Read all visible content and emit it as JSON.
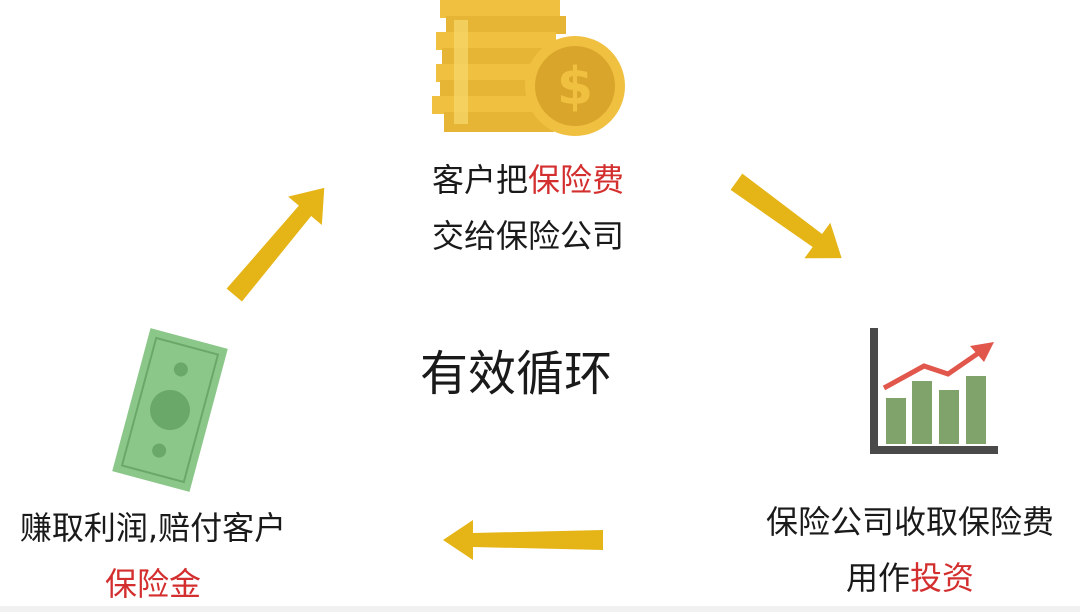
{
  "center_title": "有效循环",
  "top": {
    "line1_prefix": "客户把",
    "line1_highlight": "保险费",
    "line2": "交给保险公司"
  },
  "right": {
    "line1": "保险公司收取保险费",
    "line2_prefix": "用作",
    "line2_highlight": "投资"
  },
  "left": {
    "line1": "赚取利润,赔付客户",
    "line2_highlight": "保险金"
  },
  "icons": [
    "coin-stack-dollar-icon",
    "growth-chart-icon",
    "banknote-icon"
  ],
  "colors": {
    "arrow": "#e5b416",
    "highlight": "#d32f2f",
    "coin": "#f0c040",
    "chart_bar": "#7fa36b",
    "trend": "#e2574c",
    "bill": "#8cc78a"
  }
}
